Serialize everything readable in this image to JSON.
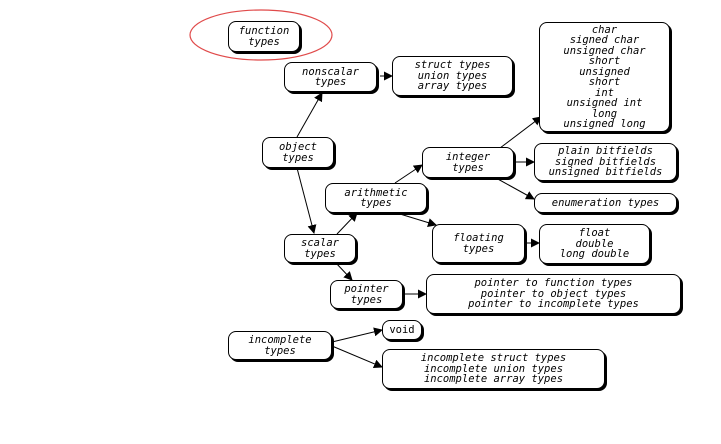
{
  "nodes": {
    "function_types": [
      "function",
      "types"
    ],
    "nonscalar_types": [
      "nonscalar",
      "types"
    ],
    "aggregate_list": [
      "struct types",
      "union types",
      "array types"
    ],
    "integer_list": [
      "char",
      "signed char",
      "unsigned char",
      "short",
      "unsigned",
      "short",
      "int",
      "unsigned int",
      "long",
      "unsigned long"
    ],
    "object_types": [
      "object",
      "types"
    ],
    "integer_types": [
      "integer",
      "types"
    ],
    "bitfields_list": [
      "plain bitfields",
      "signed bitfields",
      "unsigned bitfields"
    ],
    "arithmetic_types": [
      "arithmetic",
      "types"
    ],
    "enumeration_types": [
      "enumeration types"
    ],
    "scalar_types": [
      "scalar",
      "types"
    ],
    "floating_types": [
      "floating",
      "types"
    ],
    "floating_list": [
      "float",
      "double",
      "long double"
    ],
    "pointer_types": [
      "pointer",
      "types"
    ],
    "pointer_list": [
      "pointer to function types",
      "pointer to object types",
      "pointer to incomplete types"
    ],
    "incomplete_types": [
      "incomplete",
      "types"
    ],
    "void": [
      "void"
    ],
    "incomplete_list": [
      "incomplete struct types",
      "incomplete union types",
      "incomplete array types"
    ]
  },
  "highlighted_node": "function_types",
  "colors": {
    "highlight_ring": "#e04a4a",
    "line": "#000000"
  }
}
